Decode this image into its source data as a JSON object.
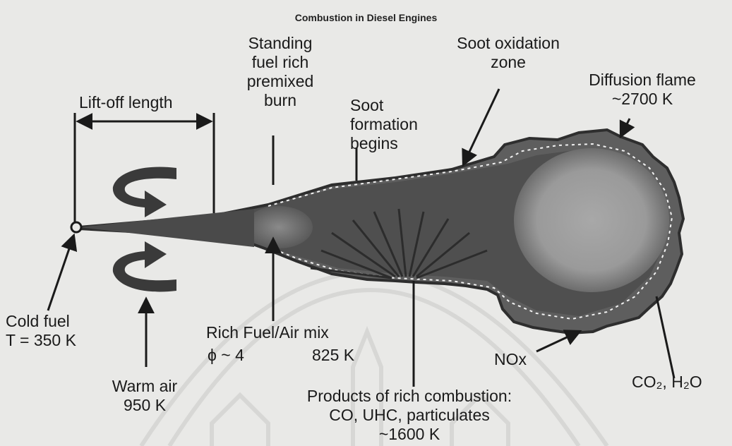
{
  "title": "Combustion in Diesel Engines",
  "labels": {
    "standing": [
      "Standing",
      "fuel rich",
      "premixed",
      "burn"
    ],
    "soot_oxidation": [
      "Soot oxidation",
      "zone"
    ],
    "diffusion_flame": [
      "Diffusion flame",
      "~2700 K"
    ],
    "lift_off": "Lift-off length",
    "soot_formation": [
      "Soot",
      "formation",
      "begins"
    ],
    "cold_fuel": [
      "Cold fuel",
      "T = 350 K"
    ],
    "rich_mix": "Rich Fuel/Air mix",
    "phi": "ϕ ~ 4",
    "rich_temp": "825 K",
    "nox": "NOx",
    "co2_h2o": "CO₂, H₂O",
    "warm_air": [
      "Warm air",
      "950 K"
    ],
    "products": [
      "Products of rich combustion:",
      "CO, UHC, particulates",
      "~1600 K"
    ]
  }
}
